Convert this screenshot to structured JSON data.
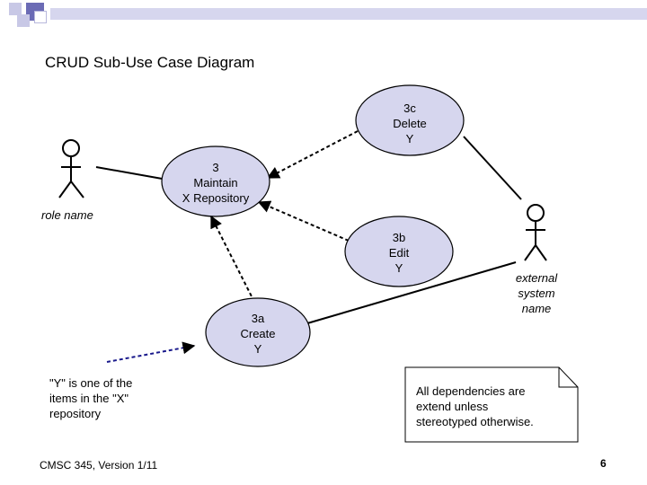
{
  "title": "CRUD Sub-Use Case Diagram",
  "use_cases": {
    "maintain": [
      "3",
      "Maintain",
      "X Repository"
    ],
    "delete": [
      "3c",
      "Delete",
      "Y"
    ],
    "edit": [
      "3b",
      "Edit",
      "Y"
    ],
    "create": [
      "3a",
      "Create",
      "Y"
    ]
  },
  "actors": {
    "role": "role name",
    "external": [
      "external",
      "system",
      "name"
    ]
  },
  "notes": {
    "dependencies": [
      "All dependencies are",
      "extend unless",
      "stereotyped otherwise."
    ],
    "y_definition": [
      "\"Y\" is one of the",
      "items in the \"X\"",
      "repository"
    ]
  },
  "footer": "CMSC 345, Version 1/11",
  "page_number": "6",
  "colors": {
    "ellipse_fill": "#d6d6ee",
    "accent_bar": "#d6d6ee",
    "accent_square": "#6b6bb5"
  }
}
